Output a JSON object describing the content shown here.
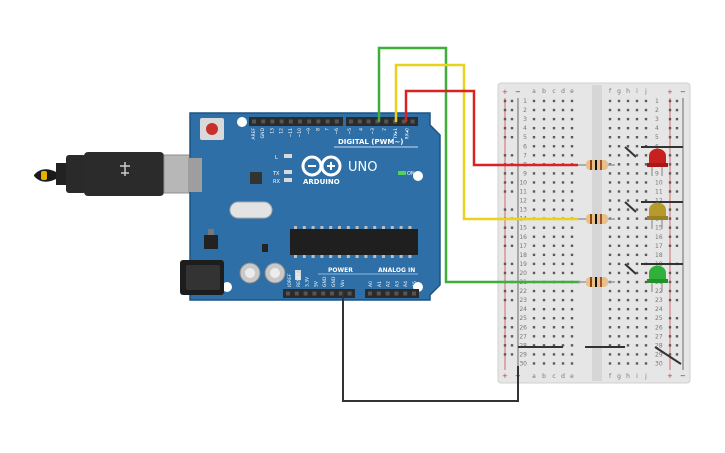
{
  "arduino": {
    "brand": "ARDUINO",
    "model": "UNO",
    "digital_label": "DIGITAL (PWM~)",
    "power_label": "POWER",
    "analog_label": "ANALOG IN",
    "on_label": "ON",
    "led_labels": [
      "L",
      "TX",
      "RX"
    ],
    "digital_pins": [
      "AREF",
      "GND",
      "13",
      "12",
      "~11",
      "~10",
      "~9",
      "8",
      "7",
      "~6",
      "~5",
      "4",
      "~3",
      "2",
      "TX▸1",
      "RX◂0"
    ],
    "power_pins": [
      "IOREF",
      "RESET",
      "3.3V",
      "5V",
      "GND",
      "GND",
      "Vin"
    ],
    "analog_pins": [
      "A0",
      "A1",
      "A2",
      "A3",
      "A4",
      "A5"
    ]
  },
  "breadboard": {
    "column_letters_left": [
      "a",
      "b",
      "c",
      "d",
      "e"
    ],
    "column_letters_right": [
      "f",
      "g",
      "h",
      "i",
      "j"
    ],
    "row_numbers": [
      "1",
      "2",
      "3",
      "4",
      "5",
      "6",
      "7",
      "8",
      "9",
      "10",
      "11",
      "12",
      "13",
      "14",
      "15",
      "16",
      "17",
      "18",
      "19",
      "20",
      "21",
      "22",
      "23",
      "24",
      "25",
      "26",
      "27",
      "28",
      "29",
      "30"
    ],
    "rail_plus": "+",
    "rail_minus": "−"
  },
  "colors": {
    "board": "#2e6fa7",
    "board_edge": "#1f5283",
    "wire_red": "#d62424",
    "wire_yellow": "#e8d21c",
    "wire_green": "#3fae3a",
    "wire_black": "#333333",
    "led_red": "#c81f1f",
    "led_yellow": "#b69a2c",
    "led_green": "#2fb13a"
  },
  "components": {
    "leds": [
      {
        "name": "red-led",
        "color": "red",
        "row": "7"
      },
      {
        "name": "yellow-led",
        "color": "yellow",
        "row": "13"
      },
      {
        "name": "green-led",
        "color": "green",
        "row": "20"
      }
    ],
    "resistors": [
      {
        "name": "resistor-1",
        "row": "8"
      },
      {
        "name": "resistor-2",
        "row": "14"
      },
      {
        "name": "resistor-3",
        "row": "21"
      }
    ]
  }
}
